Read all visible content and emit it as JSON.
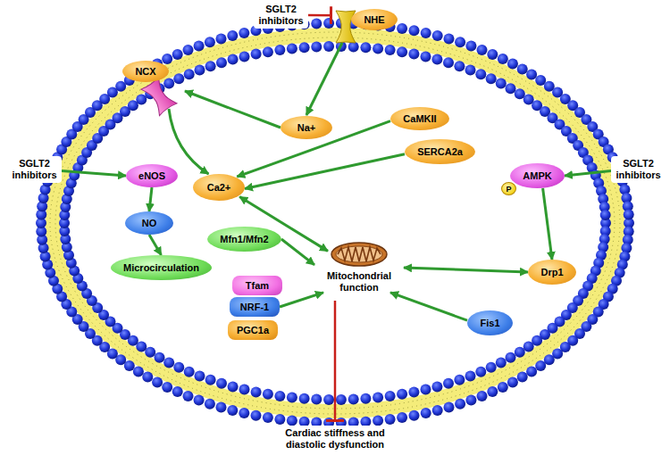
{
  "diagram": {
    "nodes": [
      {
        "text": [
          "SGLT2 inhibitors"
        ]
      },
      {
        "text": [
          "NHE"
        ]
      },
      {
        "text": [
          "NCX"
        ]
      },
      {
        "text": [
          "Na+"
        ]
      },
      {
        "text": [
          "CaMKII"
        ]
      },
      {
        "text": [
          "SERCA2a"
        ]
      },
      {
        "text": [
          "SGLT2 inhibitors"
        ]
      },
      {
        "text": [
          "eNOS"
        ]
      },
      {
        "text": [
          "SGLT2 inhibitors"
        ]
      },
      {
        "text": [
          "P"
        ]
      },
      {
        "text": [
          "AMPK"
        ]
      },
      {
        "text": [
          "Ca2+"
        ]
      },
      {
        "text": [
          "NO"
        ]
      },
      {
        "text": [
          "Mfn1/Mfn2"
        ]
      },
      {
        "text": [
          "Mitochondrial function"
        ]
      },
      {
        "text": [
          "Drp1"
        ]
      },
      {
        "text": [
          "Microcirculation"
        ]
      },
      {
        "text": [
          "Tfam"
        ]
      },
      {
        "text": [
          "NRF-1"
        ]
      },
      {
        "text": [
          "PGC1a"
        ]
      },
      {
        "text": [
          "Fis1"
        ]
      },
      {
        "text": [
          "Cardiac stiffness and diastolic dysfunction"
        ]
      }
    ],
    "edges": [
      {
        "from": 0,
        "to": 1,
        "arrow": "to"
      },
      {
        "from": 1,
        "to": 3,
        "arrow": "to"
      },
      {
        "from": 3,
        "to": 2,
        "arrow": "to"
      },
      {
        "from": 2,
        "to": 11,
        "arrow": "to"
      },
      {
        "from": 4,
        "to": 11,
        "arrow": "to"
      },
      {
        "from": 5,
        "to": 11,
        "arrow": "to"
      },
      {
        "from": 6,
        "to": 7,
        "arrow": "to"
      },
      {
        "from": 7,
        "to": 12,
        "arrow": "to"
      },
      {
        "from": 12,
        "to": 16,
        "arrow": "to"
      },
      {
        "from": 8,
        "to": 10,
        "arrow": "to"
      },
      {
        "from": 10,
        "to": 15,
        "arrow": "to"
      },
      {
        "from": 11,
        "to": 14,
        "arrow": "both"
      },
      {
        "from": 13,
        "to": 14,
        "arrow": "to"
      },
      {
        "from": 18,
        "to": 14,
        "arrow": "to"
      },
      {
        "from": 15,
        "to": 14,
        "arrow": "both"
      },
      {
        "from": 20,
        "to": 14,
        "arrow": "to"
      },
      {
        "from": 14,
        "to": 21,
        "arrow": "to"
      }
    ]
  }
}
